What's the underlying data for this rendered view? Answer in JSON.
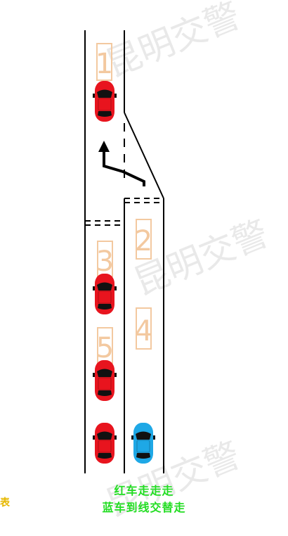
{
  "watermark": "昆明交警",
  "slot_labels": [
    "1",
    "2",
    "3",
    "4",
    "5"
  ],
  "captions": [
    "红车走走走",
    "蓝车到线交替走"
  ],
  "edge_text": "表",
  "colors": {
    "red_car": "#e8141e",
    "blue_car": "#1ea8e6",
    "slot_border": "#f3c9a0",
    "caption": "#22dd22",
    "lines": "#000000"
  },
  "icons": {
    "car": "car-icon-topdown",
    "arrow": "merge-arrow-icon"
  }
}
